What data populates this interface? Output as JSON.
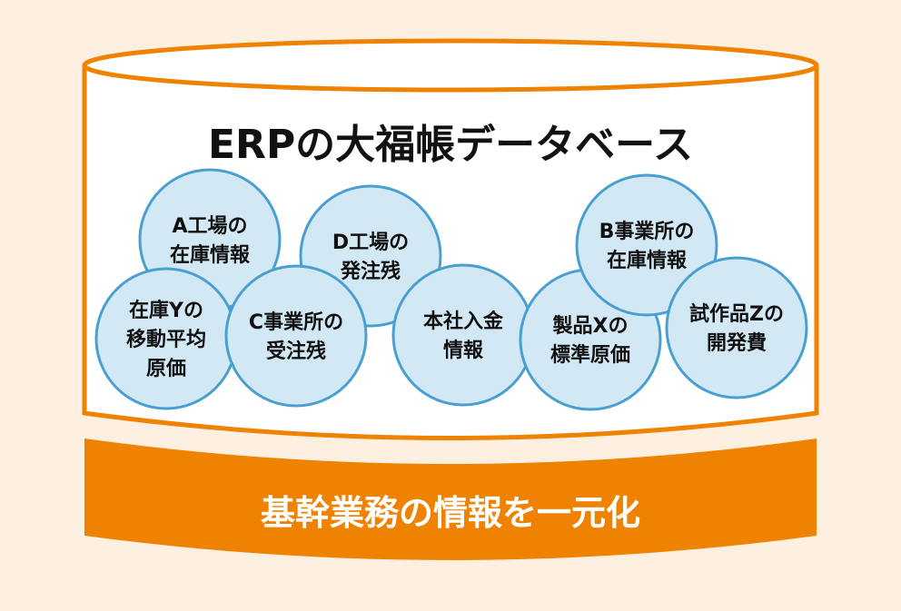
{
  "colors": {
    "background": "#fdf0e1",
    "cylinder_stroke": "#ef8200",
    "cylinder_fill": "#ffffff",
    "band_fill": "#ef8200",
    "bubble_fill": "#d3e8f5",
    "bubble_stroke": "#4a9fd1",
    "title_text": "#111111",
    "band_text": "#ffffff"
  },
  "database": {
    "title": "ERPの大福帳データベース",
    "bubbles": [
      {
        "id": "a-factory-inventory",
        "lines": [
          "A工場の",
          "在庫情報"
        ]
      },
      {
        "id": "d-factory-order-backlog",
        "lines": [
          "D工場の",
          "発注残"
        ]
      },
      {
        "id": "inventory-y-moving-average",
        "lines": [
          "在庫Yの",
          "移動平均",
          "原価"
        ]
      },
      {
        "id": "c-office-order-backlog",
        "lines": [
          "C事業所の",
          "受注残"
        ]
      },
      {
        "id": "hq-payment-info",
        "lines": [
          "本社入金",
          "情報"
        ]
      },
      {
        "id": "product-x-standard-cost",
        "lines": [
          "製品Xの",
          "標準原価"
        ]
      },
      {
        "id": "b-office-inventory",
        "lines": [
          "B事業所の",
          "在庫情報"
        ]
      },
      {
        "id": "prototype-z-dev-cost",
        "lines": [
          "試作品Zの",
          "開発費"
        ]
      }
    ]
  },
  "band": {
    "label": "基幹業務の情報を一元化"
  }
}
